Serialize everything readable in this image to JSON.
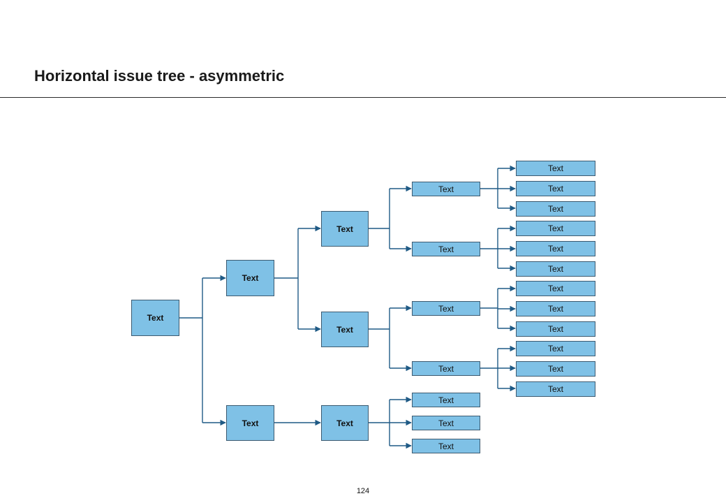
{
  "page": {
    "title": "Horizontal issue tree - asymmetric",
    "page_number": "124"
  },
  "colors": {
    "node_fill": "#7fc1e6",
    "node_border": "#3c5a70",
    "connector": "#1f5a85"
  },
  "tree": {
    "root": {
      "label": "Text"
    },
    "level1": [
      {
        "label": "Text"
      },
      {
        "label": "Text"
      }
    ],
    "level2": [
      {
        "label": "Text"
      },
      {
        "label": "Text"
      },
      {
        "label": "Text"
      }
    ],
    "level3": [
      {
        "label": "Text"
      },
      {
        "label": "Text"
      },
      {
        "label": "Text"
      },
      {
        "label": "Text"
      },
      {
        "label": "Text"
      },
      {
        "label": "Text"
      },
      {
        "label": "Text"
      }
    ],
    "level4": [
      {
        "label": "Text"
      },
      {
        "label": "Text"
      },
      {
        "label": "Text"
      },
      {
        "label": "Text"
      },
      {
        "label": "Text"
      },
      {
        "label": "Text"
      },
      {
        "label": "Text"
      },
      {
        "label": "Text"
      },
      {
        "label": "Text"
      },
      {
        "label": "Text"
      },
      {
        "label": "Text"
      },
      {
        "label": "Text"
      }
    ]
  }
}
